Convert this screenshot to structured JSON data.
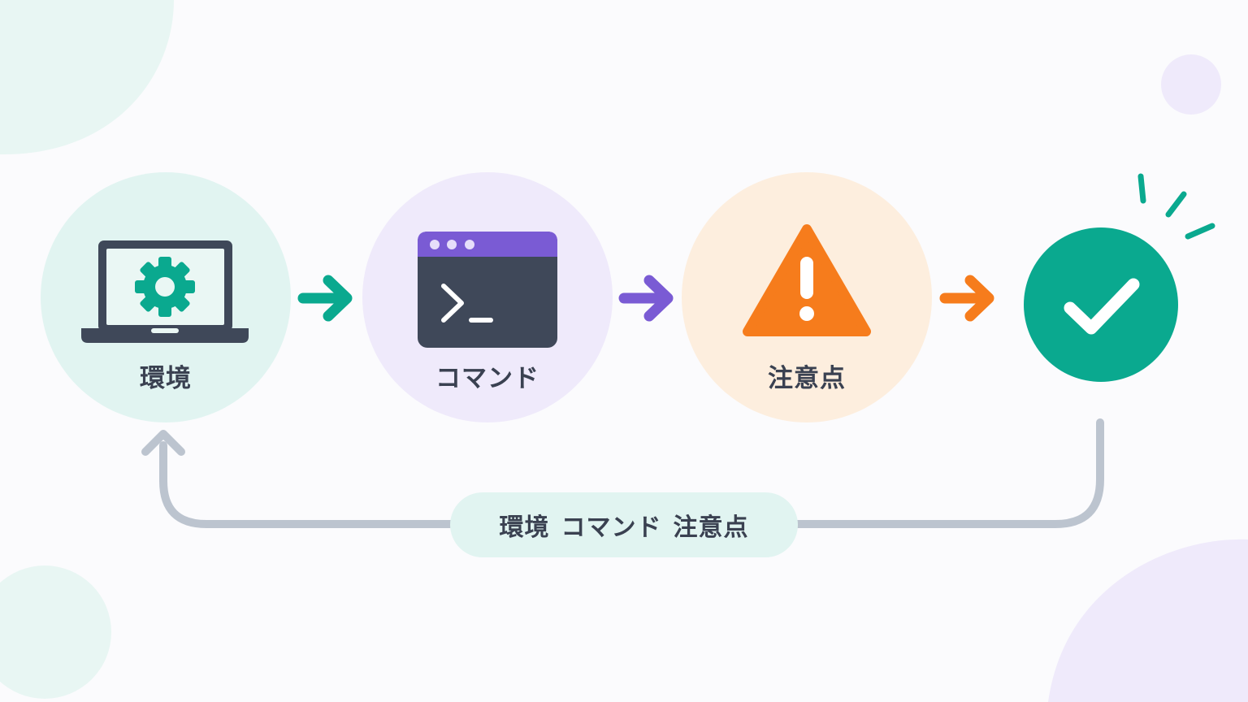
{
  "colors": {
    "teal": "#0aa98f",
    "teal_light": "#e1f4f1",
    "purple": "#7a5bd4",
    "purple_light": "#efeafb",
    "orange": "#f67c1c",
    "orange_light": "#fdeede",
    "slate": "#3f4859",
    "loop_line": "#bcc4cf",
    "text": "#3a4151"
  },
  "steps": [
    {
      "label": "環境",
      "icon": "laptop-gear-icon"
    },
    {
      "label": "コマンド",
      "icon": "terminal-window-icon"
    },
    {
      "label": "注意点",
      "icon": "warning-triangle-icon"
    },
    {
      "label": "",
      "icon": "check-circle-icon"
    }
  ],
  "loop": {
    "labels": [
      "環境",
      "コマンド",
      "注意点"
    ]
  }
}
